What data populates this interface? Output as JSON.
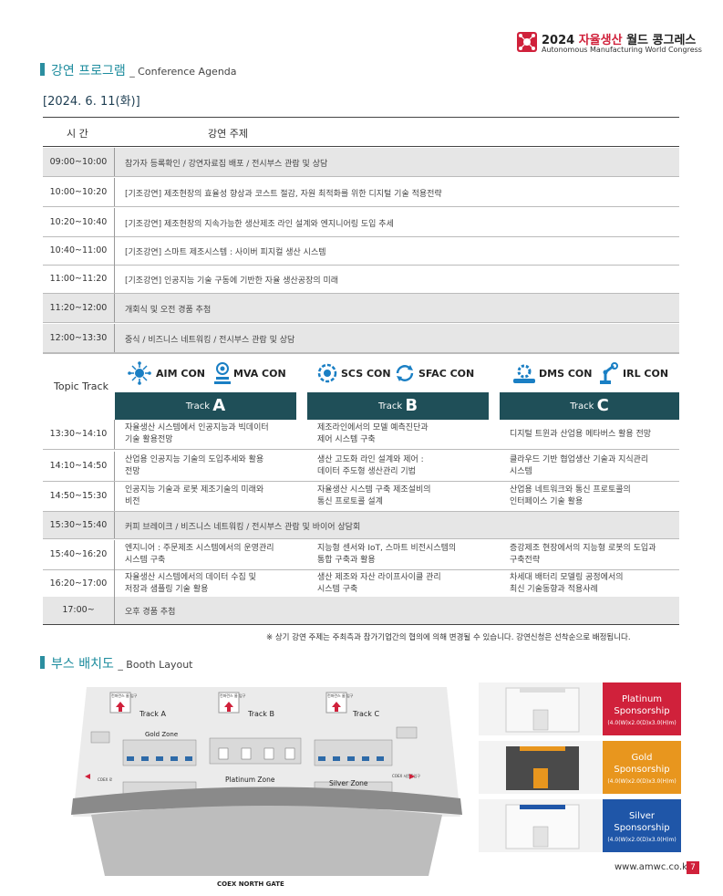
{
  "header": {
    "year": "2024",
    "title_red": "자율생산",
    "title_rest": "월드 콩그레스",
    "subtitle": "Autonomous Manufacturing World Congress"
  },
  "agenda": {
    "title_ko": "강연 프로그램",
    "title_en": "_ Conference Agenda",
    "date": "[2024. 6. 11(화)]",
    "col_time": "시 간",
    "col_topic": "강연 주제",
    "rows": [
      {
        "time": "09:00~10:00",
        "topic": "참가자 등록확인 / 강연자료집 배포 / 전시부스 관람 및 상담"
      },
      {
        "time": "10:00~10:20",
        "topic": "[기조강연] 제조현장의 효율성 향상과 코스트 절감, 자원 최적화를 위한 디지털 기술 적용전략"
      },
      {
        "time": "10:20~10:40",
        "topic": "[기조강연] 제조현장의 지속가능한 생산제조 라인 설계와 엔지니어링 도입 추세"
      },
      {
        "time": "10:40~11:00",
        "topic": "[기조강연] 스마트 제조시스템 : 사이버 피지컬 생산 시스템"
      },
      {
        "time": "11:00~11:20",
        "topic": "[기조강연] 인공지능 기술 구동에 기반한 자율 생산공장의 미래"
      },
      {
        "time": "11:20~12:00",
        "topic": "개회식 및 오전 경품 추첨"
      },
      {
        "time": "12:00~13:30",
        "topic": "중식 / 비즈니스 네트워킹 / 전시부스 관람 및 상담"
      }
    ],
    "topic_track_label": "Topic Track",
    "cons": [
      "AIM CON",
      "MVA CON",
      "SCS CON",
      "SFAC CON",
      "DMS CON",
      "IRL CON"
    ],
    "tracks": [
      {
        "word": "Track",
        "letter": "A"
      },
      {
        "word": "Track",
        "letter": "B"
      },
      {
        "word": "Track",
        "letter": "C"
      }
    ],
    "track_rows": [
      {
        "time": "13:30~14:10",
        "a": [
          "자율생산 시스템에서 인공지능과 빅데이터",
          "기술 활용전망"
        ],
        "b": [
          "제조라인에서의 모델 예측진단과",
          "제어 시스템 구축"
        ],
        "c": [
          "디지털 트윈과 산업용 메타버스 활용 전망"
        ]
      },
      {
        "time": "14:10~14:50",
        "a": [
          "산업용 인공지능 기술의 도입추세와 활용",
          "전망"
        ],
        "b": [
          "생산 고도화 라인 설계와 제어 :",
          "데이터 주도형 생산관리 기법"
        ],
        "c": [
          "클라우드 기반 협업생산 기술과 지식관리",
          "시스템"
        ]
      },
      {
        "time": "14:50~15:30",
        "a": [
          "인공지능 기술과 로봇 제조기술의 미래와",
          "비전"
        ],
        "b": [
          "자율생산 시스템 구축 제조설비의",
          "통신 프로토콜 설계"
        ],
        "c": [
          "산업용 네트워크와 통신 프로토콜의",
          "인터페이스 기술 활용"
        ]
      },
      {
        "time": "15:30~15:40",
        "full": "커피 브레이크 / 비즈니스 네트워킹 / 전시부스 관람 및 바이어 상담회"
      },
      {
        "time": "15:40~16:20",
        "a": [
          "엔지니어 : 주문제조 시스템에서의 운영관리",
          "시스템 구축"
        ],
        "b": [
          "지능형 센서와 IoT, 스마트 비전시스템의",
          "통합 구축과 활용"
        ],
        "c": [
          "증강제조 현장에서의 지능형 로봇의 도입과",
          "구축전략"
        ]
      },
      {
        "time": "16:20~17:00",
        "a": [
          "자율생산 시스템에서의 데이터 수집 및",
          "저장과 샘플링 기술 활용"
        ],
        "b": [
          "생산 제조와 자산 라이프사이클 관리",
          "시스템 구축"
        ],
        "c": [
          "차세대 배터리 모델링 공정에서의",
          "최신 기술동향과 적용사례"
        ]
      },
      {
        "time": "17:00~",
        "full": "오후 경품 추첨"
      }
    ],
    "note": "※ 상기 강연 주제는 주최측과 참가기업간의 협의에 의해 변경될 수 있습니다. 강연신청은 선착순으로 배정됩니다."
  },
  "booth": {
    "title_ko": "부스 배치도",
    "title_en": "_ Booth Layout",
    "map_labels": {
      "track_a": "Track A",
      "track_b": "Track B",
      "track_c": "Track C",
      "gold_zone": "Gold Zone",
      "platinum_zone": "Platinum Zone",
      "silver_zone": "Silver Zone",
      "gate": "COEX NORTH GATE",
      "sign": "컨퍼런스 룸 입구",
      "left_exit": "COEX 로",
      "right_exit": "COEX 서문출입구"
    },
    "sponsorships": [
      {
        "name_1": "Platinum",
        "name_2": "Sponsorship",
        "dim": "(4.0(W)x2.0(D)x3.0(H)m)",
        "color": "#d0213b"
      },
      {
        "name_1": "Gold",
        "name_2": "Sponsorship",
        "dim": "(4.0(W)x2.0(D)x3.0(H)m)",
        "color": "#e8961e"
      },
      {
        "name_1": "Silver",
        "name_2": "Sponsorship",
        "dim": "(4.0(W)x2.0(D)x3.0(H)m)",
        "color": "#1f56a8"
      }
    ]
  },
  "footer": {
    "url": "www.amwc.co.kr",
    "page": "7"
  }
}
